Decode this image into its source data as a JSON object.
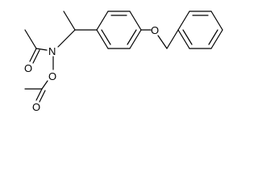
{
  "molecule": {
    "atoms": {
      "nitrogen": "N",
      "ether_oxygen": "O",
      "carbonyl_oxygen_1": "O",
      "n_oxygen": "O",
      "carbonyl_oxygen_2": "O"
    },
    "colors": {
      "bond": "#000000",
      "label": "#000000",
      "background": "#ffffff"
    }
  }
}
